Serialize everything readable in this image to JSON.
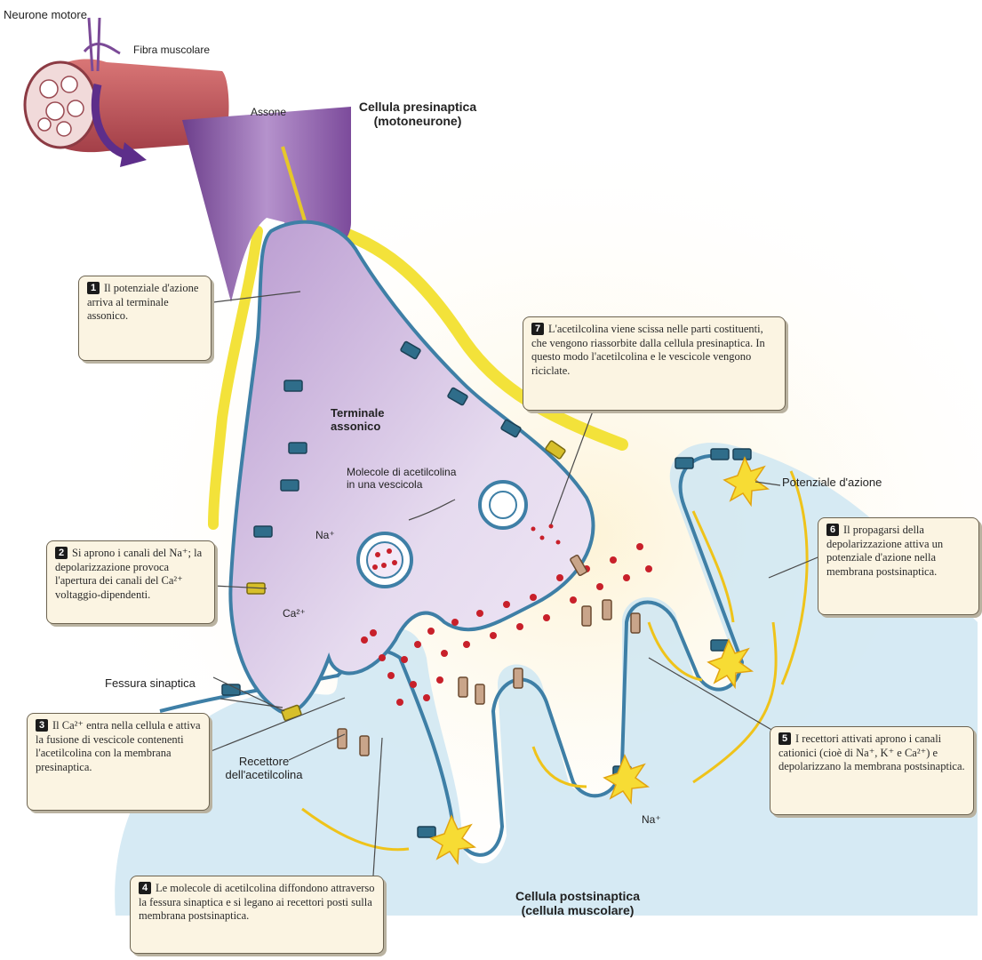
{
  "labels": {
    "motor_neuron": "Neurone motore",
    "muscle_fiber": "Fibra muscolare",
    "axon": "Assone",
    "presynaptic_cell": "Cellula presinaptica",
    "presynaptic_cell_sub": "(motoneurone)",
    "axon_terminal": "Terminale assonico",
    "ach_vesicle": "Molecole di acetilcolina in una vescicola",
    "na_plus_1": "Na⁺",
    "ca_2plus": "Ca²⁺",
    "synaptic_cleft": "Fessura sinaptica",
    "ach_receptor": "Recettore dell'acetilcolina",
    "na_plus_2": "Na⁺",
    "action_potential": "Potenziale d'azione",
    "postsynaptic_cell": "Cellula postsinaptica",
    "postsynaptic_cell_sub": "(cellula muscolare)"
  },
  "steps": [
    {
      "num": "1",
      "text": "Il potenziale d'azione arriva al terminale assonico."
    },
    {
      "num": "2",
      "text": "Si aprono i canali del Na⁺; la depolarizzazione provoca l'apertura dei canali del Ca²⁺ voltaggio-dipendenti."
    },
    {
      "num": "3",
      "text": "Il Ca²⁺ entra nella cellula e attiva la fusione di vescicole contenenti l'acetilcolina con la membrana presinaptica."
    },
    {
      "num": "4",
      "text": "Le molecole di acetilcolina diffondono attraverso la fessura sinaptica e si legano ai recettori posti sulla membrana postsinaptica."
    },
    {
      "num": "5",
      "text": "I recettori attivati aprono i canali cationici (cioè di Na⁺, K⁺ e Ca²⁺) e depolarizzano la membrana postsinaptica."
    },
    {
      "num": "6",
      "text": "Il propagarsi della depolarizzazione attiva un potenziale d'azione nella membrana postsinaptica."
    },
    {
      "num": "7",
      "text": "L'acetilcolina viene scissa nelle parti costituenti, che vengono riassorbite dalla cellula presinaptica. In questo modo l'acetilcolina e le vescicole vengono riciclate."
    }
  ],
  "colors": {
    "presynaptic": "#d9c8e6",
    "axon_purple": "#8a5aa6",
    "myelin": "#f3e23a",
    "postsynaptic": "#cfe6f2",
    "membrane": "#3e7fa6",
    "acetylcholine": "#c8202a",
    "callout_bg": "#fbf4e2"
  }
}
